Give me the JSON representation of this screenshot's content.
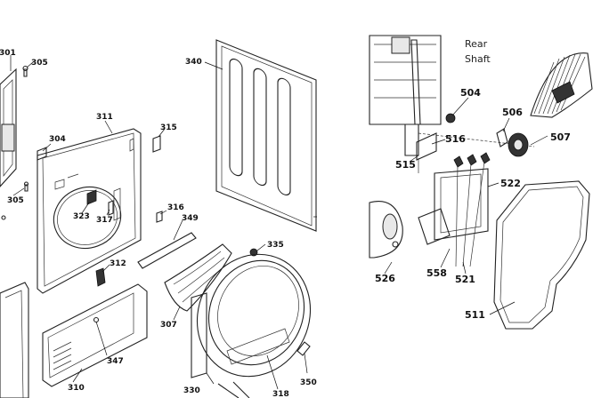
{
  "left_panel": {
    "callouts": {
      "c301": "301",
      "c305a": "305",
      "c304": "304",
      "c305b": "305",
      "c311": "311",
      "c315": "315",
      "c340": "340",
      "c323": "323",
      "c317": "317",
      "c316": "316",
      "c349": "349",
      "c335": "335",
      "c312": "312",
      "c307": "307",
      "c347": "347",
      "c310": "310",
      "c330": "330",
      "c318": "318",
      "c350": "350"
    }
  },
  "right_panel": {
    "annotation_line1": "Rear",
    "annotation_line2": "Shaft",
    "callouts": {
      "c504": "504",
      "c506": "506",
      "c507": "507",
      "c516": "516",
      "c515": "515",
      "c522": "522",
      "c526": "526",
      "c558": "558",
      "c521": "521",
      "c511": "511"
    }
  }
}
